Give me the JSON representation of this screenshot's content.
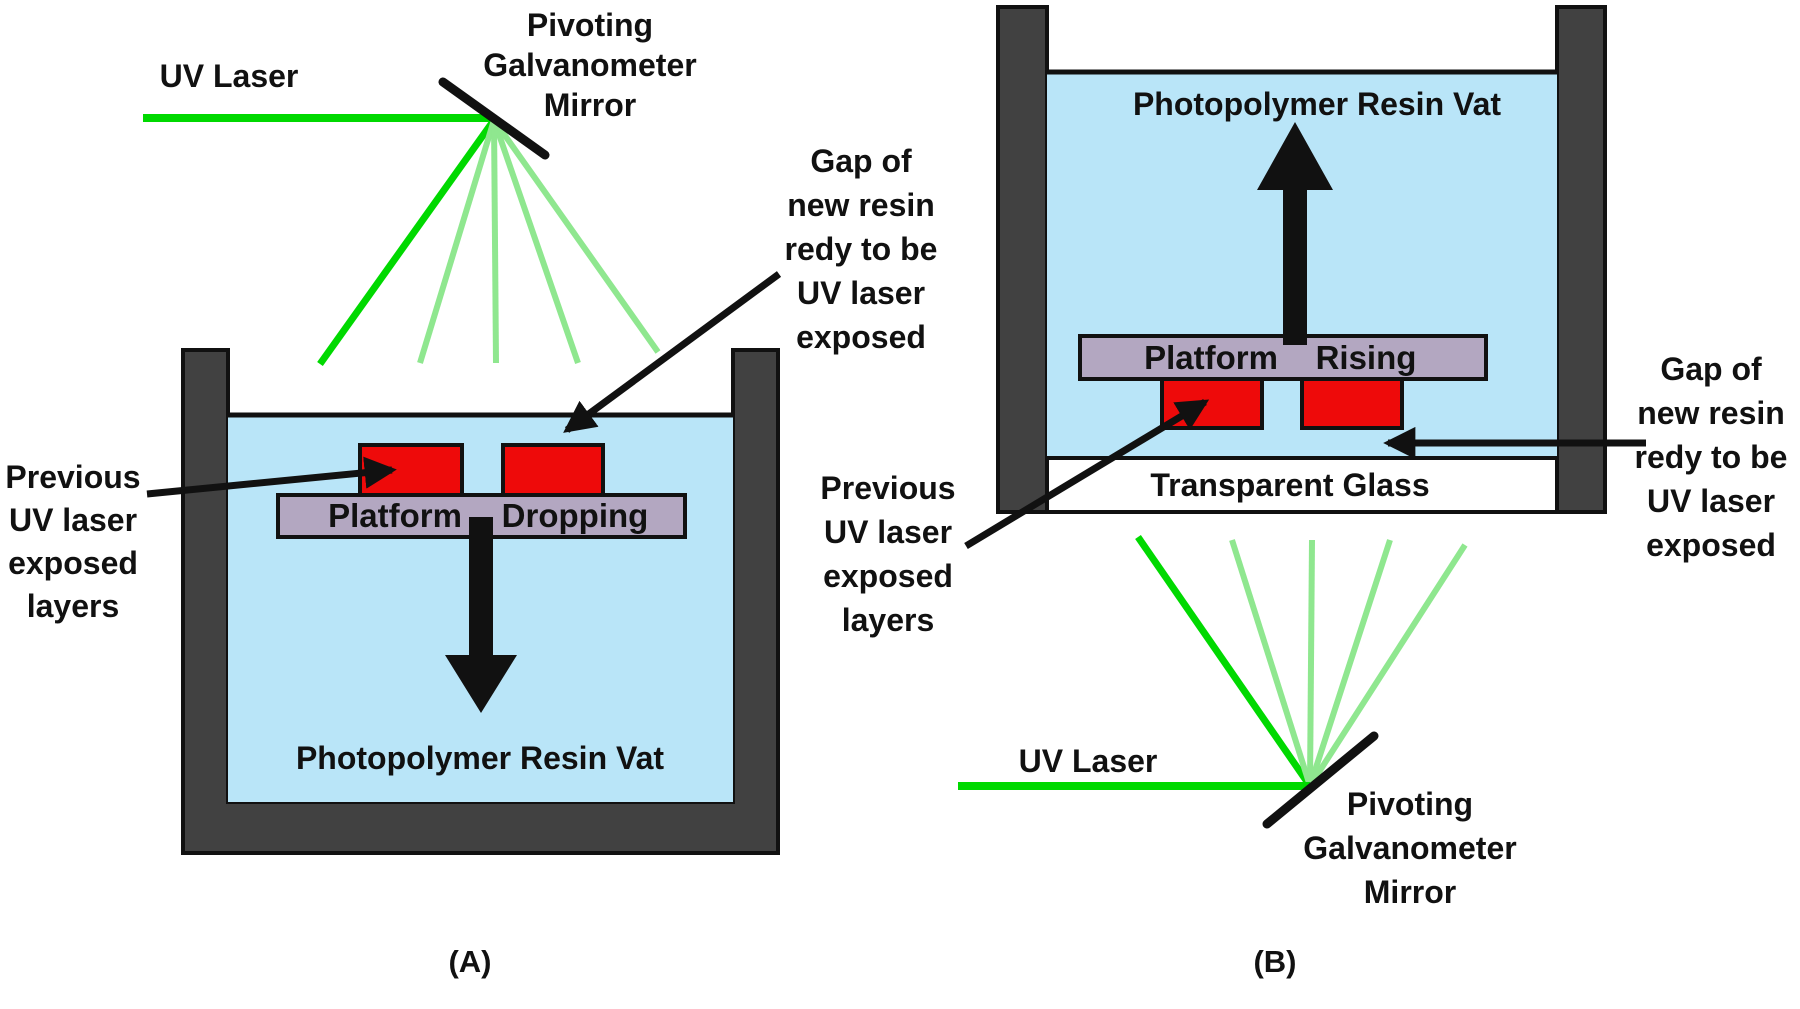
{
  "colors": {
    "resin": "#b9e5f8",
    "wall": "#414141",
    "red": "#ee0a0a",
    "platform": "#b3a7c1",
    "laser": "#00d900",
    "laser_faint": "#8fe78f",
    "glass": "#ffffff",
    "ink": "#111111"
  },
  "a": {
    "caption": "(A)",
    "uv_laser": "UV Laser",
    "mirror_lines": [
      "Pivoting",
      "Galvanometer",
      "Mirror"
    ],
    "gap_lines": [
      "Gap of",
      "new resin",
      "redy to be",
      "UV laser",
      "exposed"
    ],
    "previous_lines": [
      "Previous",
      "UV laser",
      "exposed",
      "layers"
    ],
    "platform": "Platform",
    "motion": "Dropping",
    "vat": "Photopolymer Resin Vat"
  },
  "b": {
    "caption": "(B)",
    "uv_laser": "UV Laser",
    "mirror_lines": [
      "Pivoting",
      "Galvanometer",
      "Mirror"
    ],
    "gap_lines": [
      "Gap of",
      "new resin",
      "redy to be",
      "UV laser",
      "exposed"
    ],
    "previous_lines": [
      "Previous",
      "UV laser",
      "exposed",
      "layers"
    ],
    "platform": "Platform",
    "motion": "Rising",
    "glass": "Transparent Glass",
    "vat": "Photopolymer Resin Vat"
  }
}
